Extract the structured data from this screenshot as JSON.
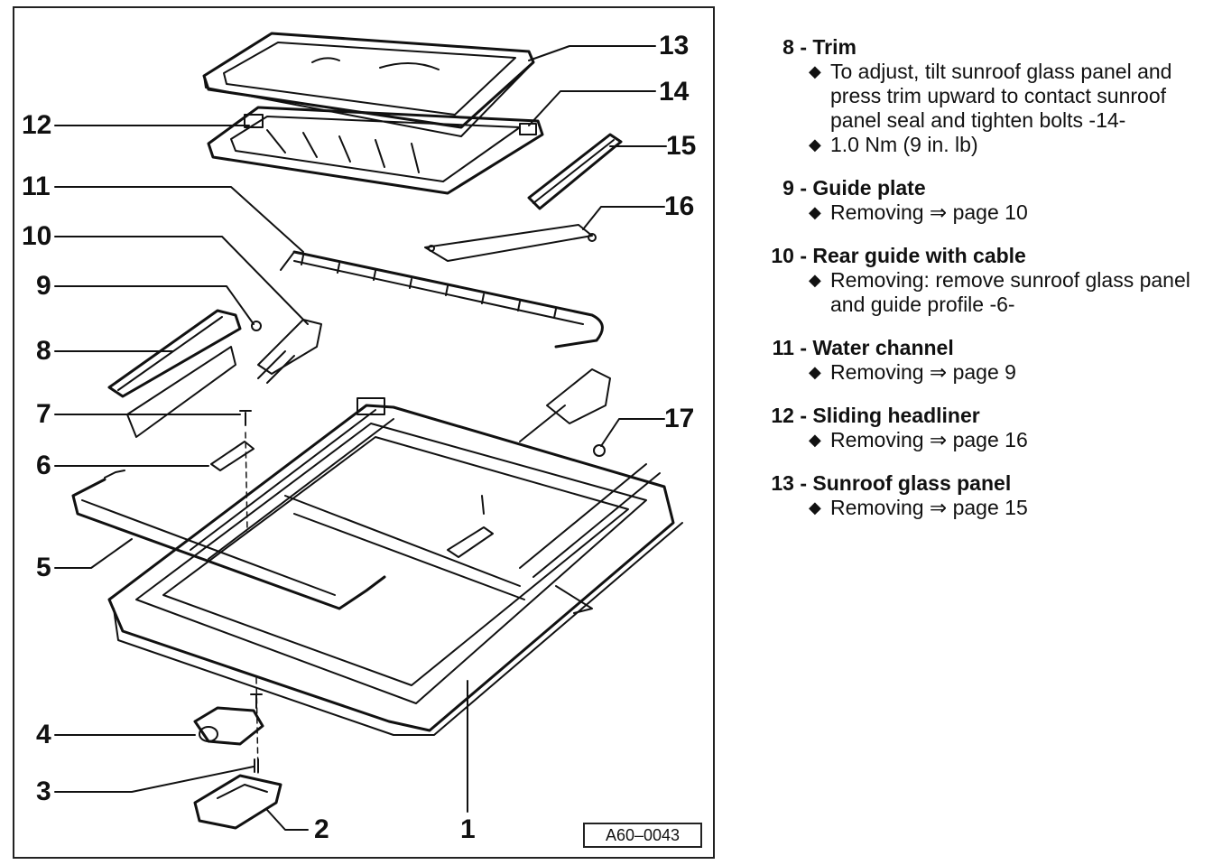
{
  "figure": {
    "id_label": "A60–0043",
    "callouts": [
      "1",
      "2",
      "3",
      "4",
      "5",
      "6",
      "7",
      "8",
      "9",
      "10",
      "11",
      "12",
      "13",
      "14",
      "15",
      "16",
      "17"
    ]
  },
  "legend": [
    {
      "number": "8 -",
      "title": "Trim",
      "bullets": [
        "To adjust, tilt sunroof glass panel and press trim upward to contact sunroof panel seal and tighten bolts -14-",
        "1.0 Nm (9 in. lb)"
      ]
    },
    {
      "number": "9 -",
      "title": "Guide plate",
      "bullets": [
        "Removing ⇒ page 10"
      ]
    },
    {
      "number": "10 -",
      "title": "Rear guide with cable",
      "bullets": [
        "Removing:  remove sunroof glass panel and guide profile -6-"
      ]
    },
    {
      "number": "11 -",
      "title": "Water channel",
      "bullets": [
        "Removing ⇒ page 9"
      ]
    },
    {
      "number": "12 -",
      "title": "Sliding headliner",
      "bullets": [
        "Removing ⇒ page 16"
      ]
    },
    {
      "number": "13 -",
      "title": "Sunroof glass panel",
      "bullets": [
        "Removing ⇒ page 15"
      ]
    }
  ],
  "colors": {
    "ink": "#111111",
    "paper": "#ffffff"
  }
}
